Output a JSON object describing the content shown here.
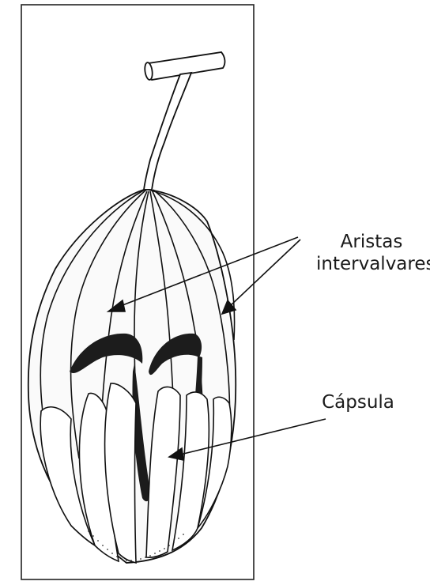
{
  "labels": {
    "aristas_line1": "Aristas",
    "aristas_line2": "intervalvares",
    "capsula": "Cápsula"
  },
  "colors": {
    "ink": "#111111",
    "paper": "#ffffff",
    "frame": "#222222",
    "shade": "#1c1c1c"
  }
}
